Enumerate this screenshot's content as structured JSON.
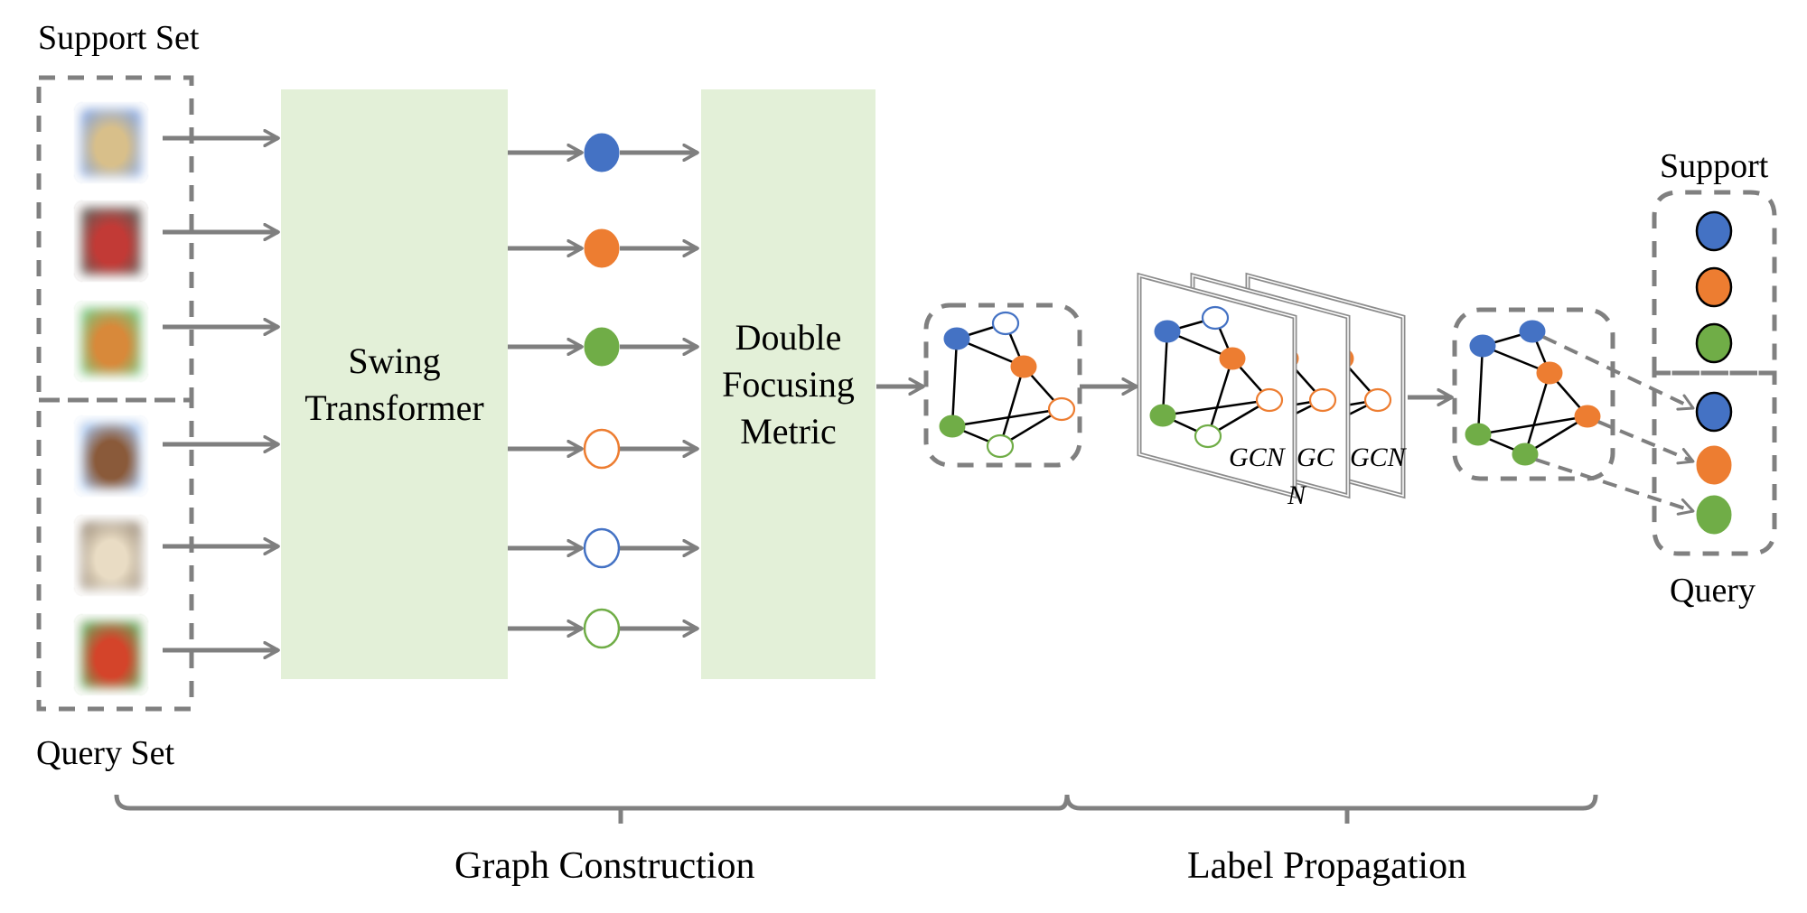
{
  "labels": {
    "support_set": "Support Set",
    "query_set": "Query Set",
    "swing_transformer_line1": "Swing",
    "swing_transformer_line2": "Transformer",
    "dfm_line1": "Double",
    "dfm_line2": "Focusing",
    "dfm_line3": "Metric",
    "gcn_front": "GCN",
    "gcn_middle_top": "GC",
    "gcn_middle_bottom": "N",
    "gcn_back": "GCN",
    "support": "Support",
    "query": "Query",
    "graph_construction": "Graph Construction",
    "label_propagation": "Label Propagation"
  },
  "images": {
    "support": [
      {
        "subject": "dog",
        "colors": [
          "#d8bf8a",
          "#8aa6d8"
        ]
      },
      {
        "subject": "red-bird",
        "colors": [
          "#c23a36",
          "#6b5a55"
        ]
      },
      {
        "subject": "ladybug-on-leaf",
        "colors": [
          "#d8893a",
          "#7fc27a"
        ]
      }
    ],
    "query": [
      {
        "subject": "bird-on-branch",
        "colors": [
          "#8a5a3a",
          "#a8c4ea"
        ]
      },
      {
        "subject": "dog",
        "colors": [
          "#e9dcc4",
          "#a59683"
        ]
      },
      {
        "subject": "ladybug-on-grass",
        "colors": [
          "#d4442a",
          "#6fa25a"
        ]
      }
    ]
  },
  "colors": {
    "blue": "#4472c4",
    "orange": "#ed7d31",
    "green": "#70ad47",
    "block_fill": "#e3f0d8",
    "arrow": "#7f7f7f",
    "dash": "#808080"
  },
  "features": [
    {
      "class": "blue",
      "filled": true
    },
    {
      "class": "orange",
      "filled": true
    },
    {
      "class": "green",
      "filled": true
    },
    {
      "class": "orange",
      "filled": false
    },
    {
      "class": "blue",
      "filled": false
    },
    {
      "class": "green",
      "filled": false
    }
  ],
  "graph_input": {
    "nodes": [
      {
        "class": "blue",
        "filled": true
      },
      {
        "class": "blue",
        "filled": false
      },
      {
        "class": "orange",
        "filled": true
      },
      {
        "class": "orange",
        "filled": false
      },
      {
        "class": "green",
        "filled": true
      },
      {
        "class": "green",
        "filled": false
      }
    ],
    "edges": [
      [
        0,
        1
      ],
      [
        0,
        2
      ],
      [
        1,
        2
      ],
      [
        0,
        4
      ],
      [
        2,
        3
      ],
      [
        2,
        5
      ],
      [
        4,
        3
      ],
      [
        4,
        5
      ],
      [
        5,
        3
      ]
    ]
  },
  "graph_output": {
    "nodes": [
      {
        "class": "blue",
        "filled": true
      },
      {
        "class": "blue",
        "filled": true
      },
      {
        "class": "orange",
        "filled": true
      },
      {
        "class": "orange",
        "filled": true
      },
      {
        "class": "green",
        "filled": true
      },
      {
        "class": "green",
        "filled": true
      }
    ],
    "edges": [
      [
        0,
        1
      ],
      [
        0,
        2
      ],
      [
        1,
        2
      ],
      [
        0,
        4
      ],
      [
        2,
        3
      ],
      [
        2,
        5
      ],
      [
        4,
        3
      ],
      [
        4,
        5
      ],
      [
        5,
        3
      ]
    ]
  },
  "output_column": {
    "support": [
      "blue",
      "orange",
      "green"
    ],
    "query": [
      "blue",
      "orange",
      "green"
    ]
  }
}
